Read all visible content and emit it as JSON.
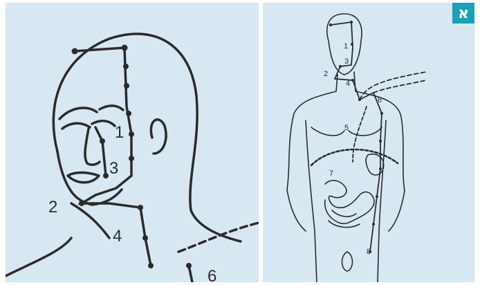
{
  "panel_badge": "א",
  "left_labels": {
    "n1": "1",
    "n2": "2",
    "n3": "3",
    "n4": "4",
    "n6": "6"
  },
  "right_labels": {
    "n1": "1",
    "n2": "2",
    "n3": "3",
    "n4": "4",
    "n5": "5",
    "n6": "6",
    "n7": "7",
    "n8": "8"
  },
  "colors": {
    "panel_bg": "#d8e8f2",
    "badge_bg": "#1aa0b8",
    "line": "#2b2b2b"
  }
}
